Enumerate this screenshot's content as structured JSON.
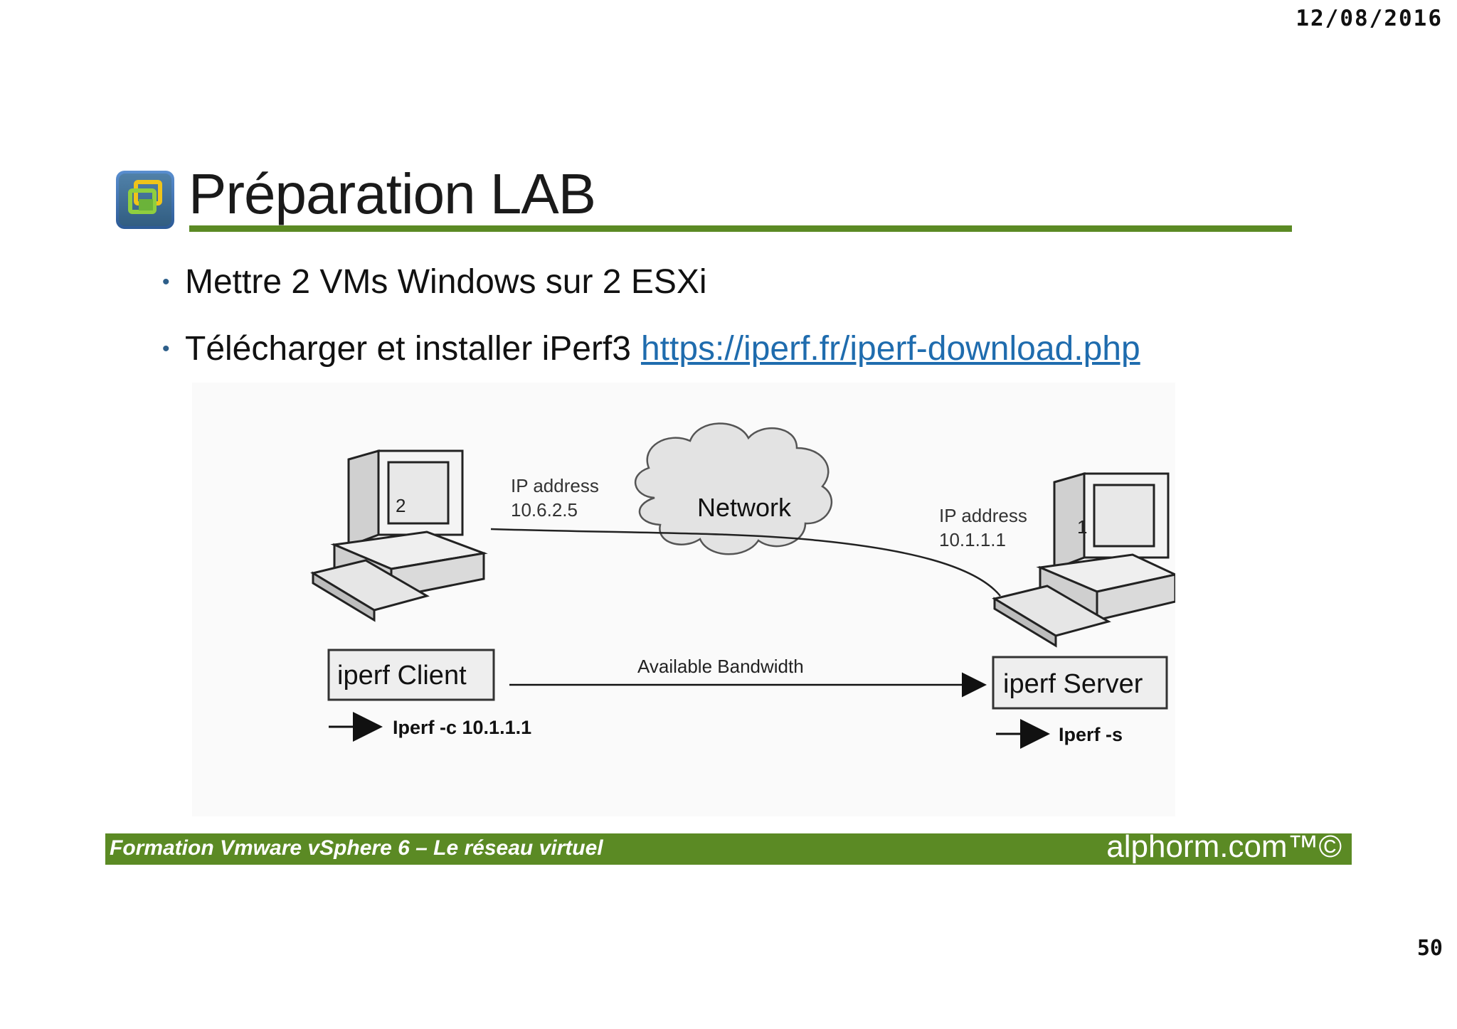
{
  "header": {
    "date": "12/08/2016"
  },
  "slide": {
    "title": "Préparation LAB",
    "bullets": [
      {
        "text": "Mettre 2 VMs Windows sur 2 ESXi"
      },
      {
        "text": "Télécharger et installer iPerf3",
        "link": "https://iperf.fr/iperf-download.php"
      }
    ]
  },
  "diagram": {
    "client_computer_number": "2",
    "server_computer_number": "1",
    "client_ip_label": "IP address",
    "client_ip": "10.6.2.5",
    "server_ip_label": "IP address",
    "server_ip": "10.1.1.1",
    "network_label": "Network",
    "client_box": "iperf Client",
    "server_box": "iperf Server",
    "bandwidth_label": "Available Bandwidth",
    "client_command": "Iperf -c 10.1.1.1",
    "server_command": "Iperf -s"
  },
  "footer": {
    "course": "Formation Vmware vSphere 6 – Le réseau virtuel",
    "brand": "alphorm.com™©",
    "page_number": "50"
  },
  "colors": {
    "accent_green": "#5b8a24",
    "link_blue": "#1f6cae",
    "logo_blue": "#3d6fb0",
    "logo_green": "#6bb33a",
    "logo_yellow": "#f0c419"
  },
  "icons": [
    "vsphere-logo-icon",
    "computer-icon",
    "cloud-icon",
    "arrow-right-icon"
  ]
}
